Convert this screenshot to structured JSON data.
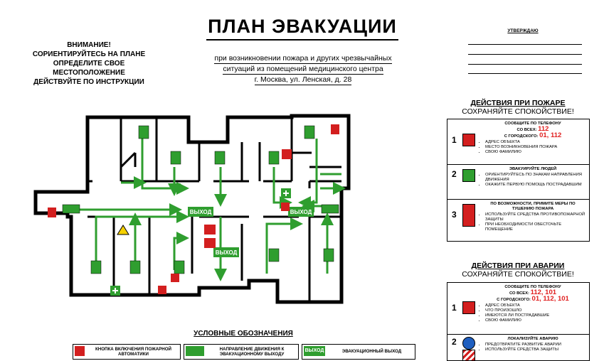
{
  "warning": [
    "ВНИМАНИЕ!",
    "СОРИЕНТИРУЙТЕСЬ НА ПЛАНЕ",
    "ОПРЕДЕЛИТЕ СВОЕ",
    "МЕСТОПОЛОЖЕНИЕ",
    "ДЕЙСТВУЙТЕ ПО ИНСТРУКЦИИ"
  ],
  "title": "ПЛАН ЭВАКУАЦИИ",
  "subtitle": [
    "при возникновении пожара и других чрезвычайных",
    "ситуаций из помещений медицинского центра",
    "г. Москва, ул. Ленская, д. 28"
  ],
  "approve_label": "УТВЕРЖДАЮ",
  "fire": {
    "heading": "ДЕЙСТВИЯ ПРИ ПОЖАРЕ",
    "subheading": "СОХРАНЯЙТЕ СПОКОЙСТВИЕ!",
    "steps": [
      {
        "num": "1",
        "title_line1": "СООБЩИТЕ ПО ТЕЛЕФОНУ",
        "from_all_label": "СО ВСЕХ:",
        "from_all": "112",
        "from_city_label": "С ГОРОДСКОГО:",
        "from_city": "01, 112",
        "items": [
          "АДРЕС ОБЪЕКТА",
          "МЕСТО ВОЗНИКНОВЕНИЯ ПОЖАРА",
          "СВОЮ ФАМИЛИЮ"
        ]
      },
      {
        "num": "2",
        "title": "ЭВАКУИРУЙТЕ ЛЮДЕЙ",
        "items": [
          "ОРИЕНТИРУЙТЕСЬ ПО ЗНАКАМ НАПРАВЛЕНИЯ ДВИЖЕНИЯ",
          "ОКАЖИТЕ ПЕРВУЮ ПОМОЩЬ ПОСТРАДАВШИМ"
        ]
      },
      {
        "num": "3",
        "title": "ПО ВОЗМОЖНОСТИ, ПРИМИТЕ МЕРЫ ПО ТУШЕНИЮ ПОЖАРА",
        "items": [
          "ИСПОЛЬЗУЙТЕ СРЕДСТВА ПРОТИВОПОЖАРНОЙ ЗАЩИТЫ",
          "ПРИ НЕОБХОДИМОСТИ ОБЕСТОЧЬТЕ ПОМЕЩЕНИЕ"
        ]
      }
    ]
  },
  "accident": {
    "heading": "ДЕЙСТВИЯ ПРИ АВАРИИ",
    "subheading": "СОХРАНЯЙТЕ СПОКОЙСТВИЕ!",
    "steps": [
      {
        "num": "1",
        "title_line1": "СООБЩИТЕ ПО ТЕЛЕФОНУ",
        "from_all_label": "СО ВСЕХ:",
        "from_all": "112, 101",
        "from_city_label": "С ГОРОДСКОГО:",
        "from_city": "01, 112, 101",
        "items": [
          "АДРЕС ОБЪЕКТА",
          "ЧТО ПРОИЗОШЛО",
          "ИМЕЮТСЯ ЛИ ПОСТРАДАВШИЕ",
          "СВОЮ ФАМИЛИЮ"
        ]
      },
      {
        "num": "2",
        "title": "ЛОКАЛИЗУЙТЕ АВАРИЮ",
        "items": [
          "ПРЕДОТВРАТИТЕ РАЗВИТИЕ АВАРИИ",
          "ИСПОЛЬЗУЙТЕ СРЕДСТВА ЗАЩИТЫ"
        ]
      }
    ]
  },
  "legend": {
    "title": "УСЛОВНЫЕ ОБОЗНАЧЕНИЯ",
    "items": [
      {
        "text": "КНОПКА ВКЛЮЧЕНИЯ ПОЖАРНОЙ АВТОМАТИКИ"
      },
      {
        "text": "НАПРАВЛЕНИЕ ДВИЖЕНИЯ К ЭВАКУАЦИОННОМУ ВЫХОДУ"
      },
      {
        "sign": "ВЫХОД",
        "text": "ЭВАКУАЦИОННЫЙ ВЫХОД"
      }
    ]
  },
  "plan": {
    "exit_label": "ВЫХОД"
  },
  "colors": {
    "exit_green": "#2f9e2f",
    "fire_red": "#d31f1f",
    "wall": "#000000"
  }
}
